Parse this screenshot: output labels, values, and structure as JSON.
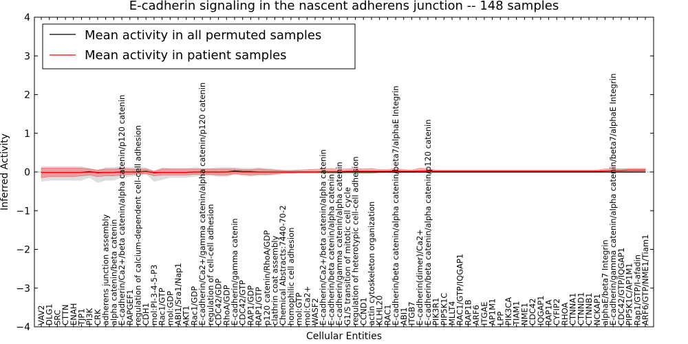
{
  "chart_data": {
    "type": "line",
    "title": "E-cadherin signaling in the nascent adherens junction -- 148 samples",
    "xlabel": "Cellular Entities",
    "ylabel": "Inferred Activity",
    "ylim": [
      -4,
      4
    ],
    "yticks": [
      -4,
      -3,
      -2,
      -1,
      0,
      1,
      2,
      3,
      4
    ],
    "grid": false,
    "legend_position": "top-left",
    "categories": [
      "VAV2",
      "DLG1",
      "SRC",
      "CTTN",
      "ENAH",
      "TJP1",
      "PI3K",
      "CRK",
      "adherens junction assembly",
      "alpha catenin/beta catenin",
      "E-cadherin/Ca2+/beta catenin/alpha catenin/p120 catenin",
      "RAPGEF1",
      "regulation of calcium-dependent cell-cell adhesion",
      "CDH1",
      "mol:PI-3-4-5-P3",
      "Rac1/GTP",
      "mol:GDP",
      "ABI1/Sra1/Nap1",
      "AKT1",
      "Rac1/GDP",
      "E-cadherin/Ca2+/gamma catenin/alpha catenin/p120 catenin",
      "regulation of cell-cell adhesion",
      "CDC42/GDP",
      "RhoA/GDP",
      "E-cadherin/gamma catenin",
      "CDC42/GTP",
      "RAP1/GDP",
      "RAP1/GTP",
      "p120 catenin/RhoA/GDP",
      "clathrin coat assembly",
      "Chemical Abstracts:7440-70-2",
      "homophilic cell adhesion",
      "mol:GTP",
      "mol:Ca2+",
      "WASF2",
      "E-cadherin/Ca2+/beta catenin/alpha catenin",
      "E-cadherin/beta catenin/alpha catenin",
      "E-cadherin/gamma catenin/alpha catenin",
      "G1/S transition of mitotic cell cycle",
      "regulation of heterotypic cell-cell adhesion",
      "CCND1",
      "actin cytoskeleton organization",
      "KLHL20",
      "RAC1",
      "E-cadherin/beta catenin/alpha catenin/beta7/alphaE Integrin",
      "ABI1",
      "ITGB7",
      "E-cadherin(dimer)/Ca2+",
      "E-cadherin/beta catenin/alpha catenin/p120 catenin",
      "PIK3R1",
      "PIP5K1C",
      "MLLT4",
      "RAC1/GTP/IQGAP1",
      "RAP1B",
      "ARF6",
      "ITGAE",
      "AP1M1",
      "LPP",
      "PIK3CA",
      "TIAM1",
      "NME1",
      "CDC42",
      "IQGAP1",
      "RAP1A",
      "CYFIP2",
      "RHOA",
      "CTNNA1",
      "CTNND1",
      "CTNNB1",
      "NCKAP1",
      "alphaE/beta7 Integrin",
      "E-cadherin/gamma catenin/alpha catenin/beta7/alphaE Integrin",
      "CDC42/GTP/IQGAP1",
      "PIP5K1C/AP1M1",
      "Rap1/GTP/I-afadin",
      "ARF6/GTP/NME1/Tiam1"
    ],
    "series": [
      {
        "name": "Mean activity in all permuted samples",
        "color": "#000000",
        "values": [
          -0.01,
          -0.01,
          -0.01,
          -0.01,
          -0.01,
          -0.01,
          0.01,
          -0.02,
          -0.01,
          -0.01,
          0.0,
          0.0,
          0.0,
          0.02,
          -0.02,
          -0.01,
          -0.01,
          -0.01,
          -0.01,
          0.0,
          0.0,
          0.0,
          0.0,
          0.0,
          0.03,
          0.01,
          0.01,
          0.0,
          0.0,
          0.0,
          0.0,
          0.0,
          0.0,
          0.0,
          0.0,
          0.0,
          0.0,
          0.0,
          0.0,
          0.0,
          0.0,
          0.0,
          0.0,
          0.0,
          0.0,
          0.0,
          0.0,
          0.0,
          0.0,
          0.0,
          0.0,
          0.0,
          0.0,
          0.0,
          0.0,
          0.0,
          0.0,
          0.0,
          0.0,
          0.0,
          0.0,
          0.0,
          0.0,
          0.0,
          0.0,
          0.0,
          0.0,
          0.0,
          0.0,
          0.0,
          0.0,
          0.0,
          0.0,
          0.0,
          0.0,
          0.0
        ],
        "band_lower": [
          -0.25,
          -0.22,
          -0.22,
          -0.22,
          -0.22,
          -0.22,
          -0.15,
          -0.28,
          -0.22,
          -0.22,
          -0.15,
          -0.12,
          -0.08,
          -0.05,
          -0.25,
          -0.2,
          -0.15,
          -0.15,
          -0.15,
          -0.12,
          -0.1,
          -0.1,
          -0.12,
          -0.12,
          -0.05,
          -0.1,
          -0.12,
          -0.1,
          -0.1,
          -0.08,
          -0.05,
          -0.05,
          -0.04,
          -0.04,
          -0.04,
          -0.04,
          -0.04,
          -0.04,
          -0.04,
          -0.04,
          -0.04,
          -0.04,
          -0.03,
          -0.03,
          -0.03,
          -0.03,
          -0.03,
          -0.03,
          -0.03,
          -0.03,
          -0.03,
          -0.03,
          -0.03,
          -0.03,
          -0.03,
          -0.03,
          -0.03,
          -0.03,
          -0.03,
          -0.03,
          -0.03,
          -0.03,
          -0.03,
          -0.03,
          -0.03,
          -0.03,
          -0.03,
          -0.03,
          -0.03,
          -0.03,
          -0.03,
          -0.03,
          -0.03,
          -0.03,
          -0.03,
          -0.03
        ],
        "band_upper": [
          0.15,
          0.15,
          0.15,
          0.15,
          0.15,
          0.15,
          0.1,
          0.05,
          0.12,
          0.12,
          0.15,
          0.12,
          0.12,
          0.12,
          0.02,
          0.12,
          0.1,
          0.1,
          0.1,
          0.12,
          0.1,
          0.1,
          0.12,
          0.12,
          0.12,
          0.1,
          0.1,
          0.12,
          0.1,
          0.08,
          0.05,
          0.04,
          0.04,
          0.04,
          0.04,
          0.04,
          0.04,
          0.04,
          0.04,
          0.04,
          0.04,
          0.04,
          0.03,
          0.03,
          0.03,
          0.03,
          0.03,
          0.03,
          0.03,
          0.03,
          0.03,
          0.03,
          0.03,
          0.03,
          0.03,
          0.03,
          0.03,
          0.03,
          0.03,
          0.03,
          0.03,
          0.03,
          0.03,
          0.03,
          0.03,
          0.03,
          0.03,
          0.03,
          0.03,
          0.03,
          0.03,
          0.03,
          0.03,
          0.03,
          0.03,
          0.03
        ]
      },
      {
        "name": "Mean activity in patient samples",
        "color": "#ff0000",
        "values": [
          -0.01,
          -0.01,
          -0.01,
          -0.01,
          -0.01,
          -0.01,
          0.0,
          -0.01,
          -0.01,
          -0.01,
          0.0,
          0.0,
          0.0,
          0.01,
          -0.01,
          -0.01,
          -0.01,
          -0.01,
          -0.01,
          0.0,
          0.0,
          0.0,
          0.0,
          0.0,
          0.01,
          0.0,
          0.0,
          0.0,
          0.0,
          0.0,
          0.0,
          0.0,
          0.0,
          0.0,
          0.0,
          0.01,
          0.01,
          0.01,
          0.02,
          0.02,
          0.02,
          0.02,
          0.02,
          0.02,
          0.03,
          0.02,
          0.02,
          0.03,
          0.03,
          0.02,
          0.02,
          0.02,
          0.02,
          0.02,
          0.02,
          0.02,
          0.02,
          0.02,
          0.02,
          0.02,
          0.02,
          0.02,
          0.02,
          0.02,
          0.02,
          0.02,
          0.02,
          0.02,
          0.02,
          0.02,
          0.03,
          0.04,
          0.04,
          0.05,
          0.05,
          0.05
        ],
        "band_lower": [
          -0.15,
          -0.12,
          -0.12,
          -0.12,
          -0.12,
          -0.1,
          -0.08,
          -0.12,
          -0.1,
          -0.1,
          -0.08,
          -0.06,
          -0.05,
          -0.04,
          -0.1,
          -0.08,
          -0.08,
          -0.08,
          -0.08,
          -0.06,
          -0.06,
          -0.06,
          -0.08,
          -0.08,
          -0.05,
          -0.06,
          -0.08,
          -0.06,
          -0.06,
          -0.05,
          -0.03,
          -0.03,
          -0.02,
          -0.02,
          -0.02,
          -0.02,
          -0.03,
          -0.03,
          -0.02,
          -0.03,
          -0.03,
          -0.03,
          -0.01,
          -0.01,
          -0.02,
          -0.01,
          -0.01,
          -0.01,
          -0.01,
          0.0,
          0.0,
          0.0,
          0.0,
          0.0,
          0.0,
          0.0,
          0.0,
          0.0,
          0.0,
          0.0,
          0.0,
          0.0,
          0.0,
          0.0,
          0.0,
          0.0,
          0.0,
          0.0,
          0.0,
          0.0,
          0.0,
          0.01,
          0.01,
          0.01,
          0.02,
          0.02
        ],
        "band_upper": [
          0.1,
          0.1,
          0.1,
          0.1,
          0.1,
          0.1,
          0.08,
          0.05,
          0.08,
          0.08,
          0.1,
          0.08,
          0.08,
          0.08,
          0.02,
          0.08,
          0.08,
          0.08,
          0.08,
          0.08,
          0.08,
          0.08,
          0.08,
          0.08,
          0.08,
          0.06,
          0.06,
          0.08,
          0.06,
          0.05,
          0.04,
          0.04,
          0.05,
          0.06,
          0.07,
          0.08,
          0.09,
          0.07,
          0.08,
          0.09,
          0.08,
          0.09,
          0.06,
          0.06,
          0.09,
          0.06,
          0.05,
          0.1,
          0.08,
          0.05,
          0.05,
          0.05,
          0.05,
          0.05,
          0.05,
          0.05,
          0.05,
          0.05,
          0.05,
          0.05,
          0.05,
          0.05,
          0.05,
          0.05,
          0.05,
          0.05,
          0.05,
          0.05,
          0.05,
          0.05,
          0.08,
          0.09,
          0.08,
          0.09,
          0.09,
          0.09
        ]
      }
    ]
  }
}
